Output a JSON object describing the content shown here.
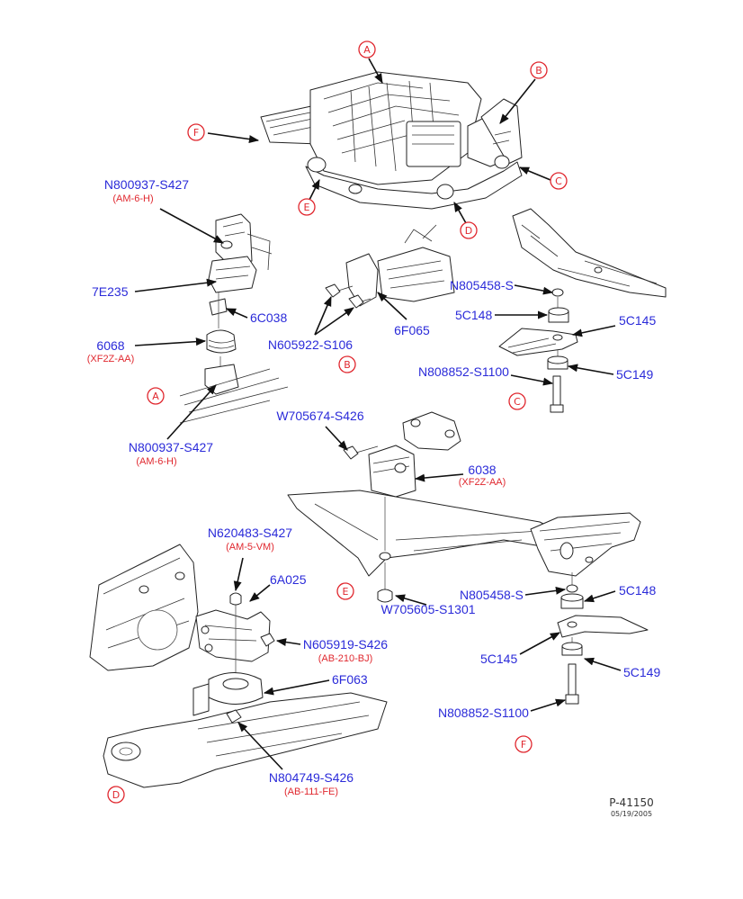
{
  "diagram": {
    "overview_callouts": [
      "A",
      "B",
      "C",
      "D",
      "E",
      "F"
    ],
    "views": {
      "A": {
        "callout": "A",
        "labels": [
          {
            "part": "N800937-S427",
            "code": "(AM-6-H)"
          },
          {
            "part": "7E235"
          },
          {
            "part": "6C038"
          },
          {
            "part": "6068",
            "code": "(XF2Z-AA)"
          },
          {
            "part": "N800937-S427",
            "code": "(AM-6-H)"
          }
        ]
      },
      "B": {
        "callout": "B",
        "labels": [
          {
            "part": "N605922-S106"
          },
          {
            "part": "6F065"
          }
        ]
      },
      "C": {
        "callout": "C",
        "labels": [
          {
            "part": "N805458-S"
          },
          {
            "part": "5C148"
          },
          {
            "part": "5C145"
          },
          {
            "part": "N808852-S1100"
          },
          {
            "part": "5C149"
          }
        ]
      },
      "D": {
        "callout": "D",
        "labels": [
          {
            "part": "N620483-S427",
            "code": "(AM-5-VM)"
          },
          {
            "part": "6A025"
          },
          {
            "part": "N605919-S426",
            "code": "(AB-210-BJ)"
          },
          {
            "part": "6F063"
          },
          {
            "part": "N804749-S426",
            "code": "(AB-111-FE)"
          }
        ]
      },
      "E": {
        "callout": "E",
        "labels": [
          {
            "part": "W705674-S426"
          },
          {
            "part": "6038",
            "code": "(XF2Z-AA)"
          },
          {
            "part": "W705605-S1301"
          }
        ]
      },
      "F": {
        "callout": "F",
        "labels": [
          {
            "part": "N805458-S"
          },
          {
            "part": "5C148"
          },
          {
            "part": "5C145"
          },
          {
            "part": "5C149"
          },
          {
            "part": "N808852-S1100"
          }
        ]
      }
    },
    "footer": {
      "figure_id": "P-41150",
      "date": "05/19/2005"
    },
    "colors": {
      "part_number": "#2b2bd9",
      "spec_code": "#e0282f",
      "callout": "#e0282f",
      "line_art": "#222222"
    }
  }
}
